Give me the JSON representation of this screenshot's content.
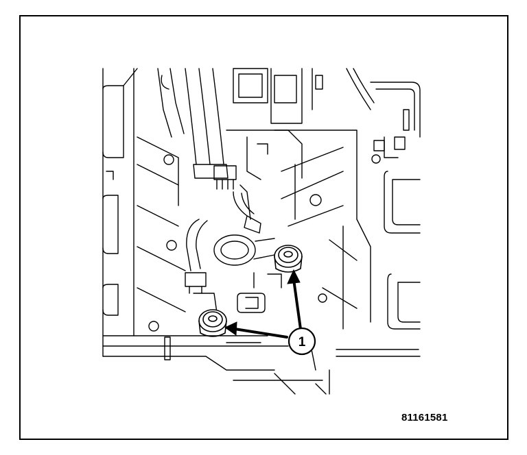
{
  "figure": {
    "id_code": "81161581",
    "callout_label": "1"
  },
  "colors": {
    "line": "#000000",
    "background": "#ffffff"
  },
  "icons": [
    "callout-circle",
    "pointer-arrow",
    "bolt-head",
    "electrical-connector"
  ]
}
